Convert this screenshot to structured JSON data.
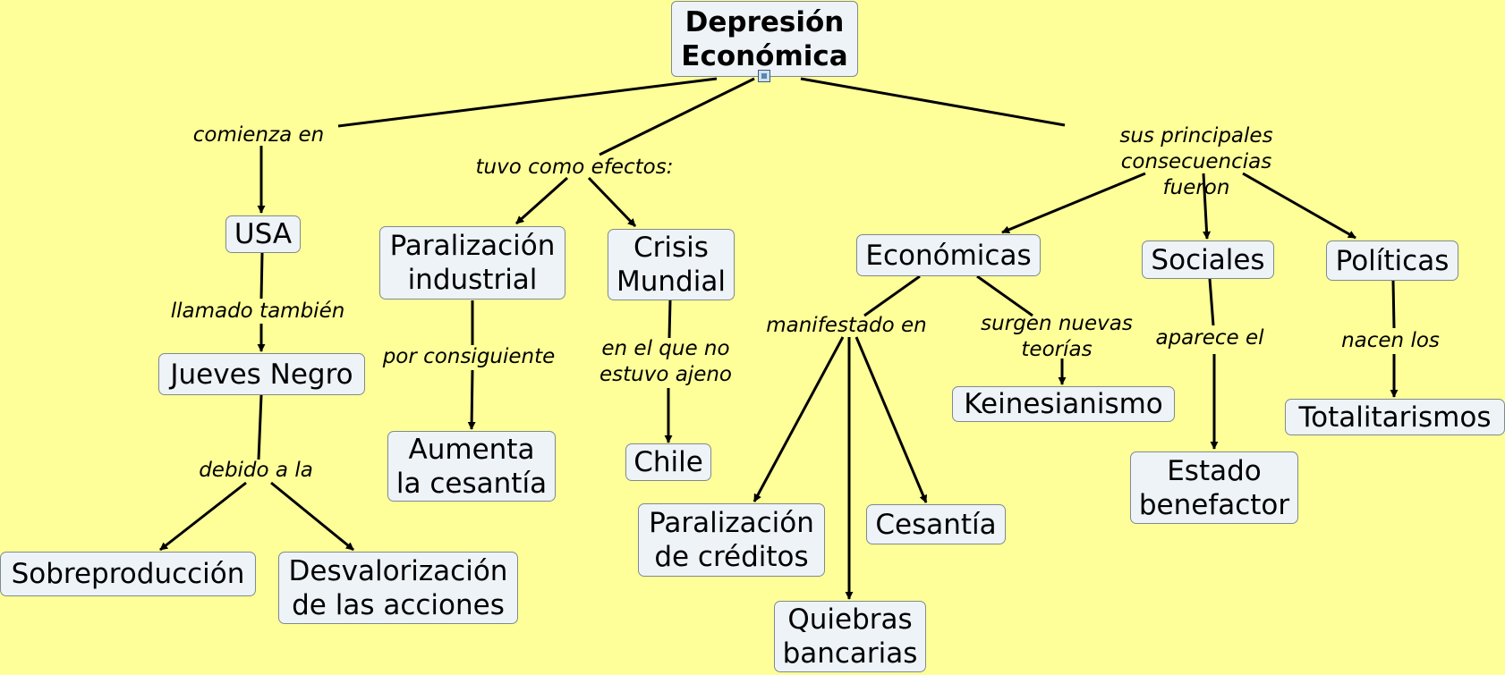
{
  "concepts": {
    "root": "Depresión\nEconómica",
    "usa": "USA",
    "jueves": "Jueves Negro",
    "sobre": "Sobreproducción",
    "desval": "Desvalorización\nde las acciones",
    "paral_ind": "Paralización\nindustrial",
    "aumenta": "Aumenta\nla cesantía",
    "crisis": "Crisis\nMundial",
    "chile": "Chile",
    "economicas": "Económicas",
    "paral_cred": "Paralización\nde créditos",
    "quiebras": "Quiebras\nbancarias",
    "cesantia": "Cesantía",
    "keynes": "Keinesianismo",
    "sociales": "Sociales",
    "estado": "Estado\nbenefactor",
    "politicas": "Políticas",
    "total": "Totalitarismos"
  },
  "links": {
    "comienza": "comienza en",
    "llamado": "llamado también",
    "debido": "debido a  la",
    "efectos": "tuvo como efectos:",
    "consiguiente": "por consiguiente",
    "ajeno": "en el que no\nestuvo ajeno",
    "consecuencias": "sus principales consecuencias\nfueron",
    "manifestado": "manifestado en",
    "surgen": "surgen nuevas\nteorías",
    "aparece": "aparece el",
    "nacen": "nacen los"
  },
  "icons": {
    "resource": "resource-icon"
  },
  "colors": {
    "background": "#ffff99",
    "node_fill": "#eef3f8",
    "line": "#000000"
  }
}
